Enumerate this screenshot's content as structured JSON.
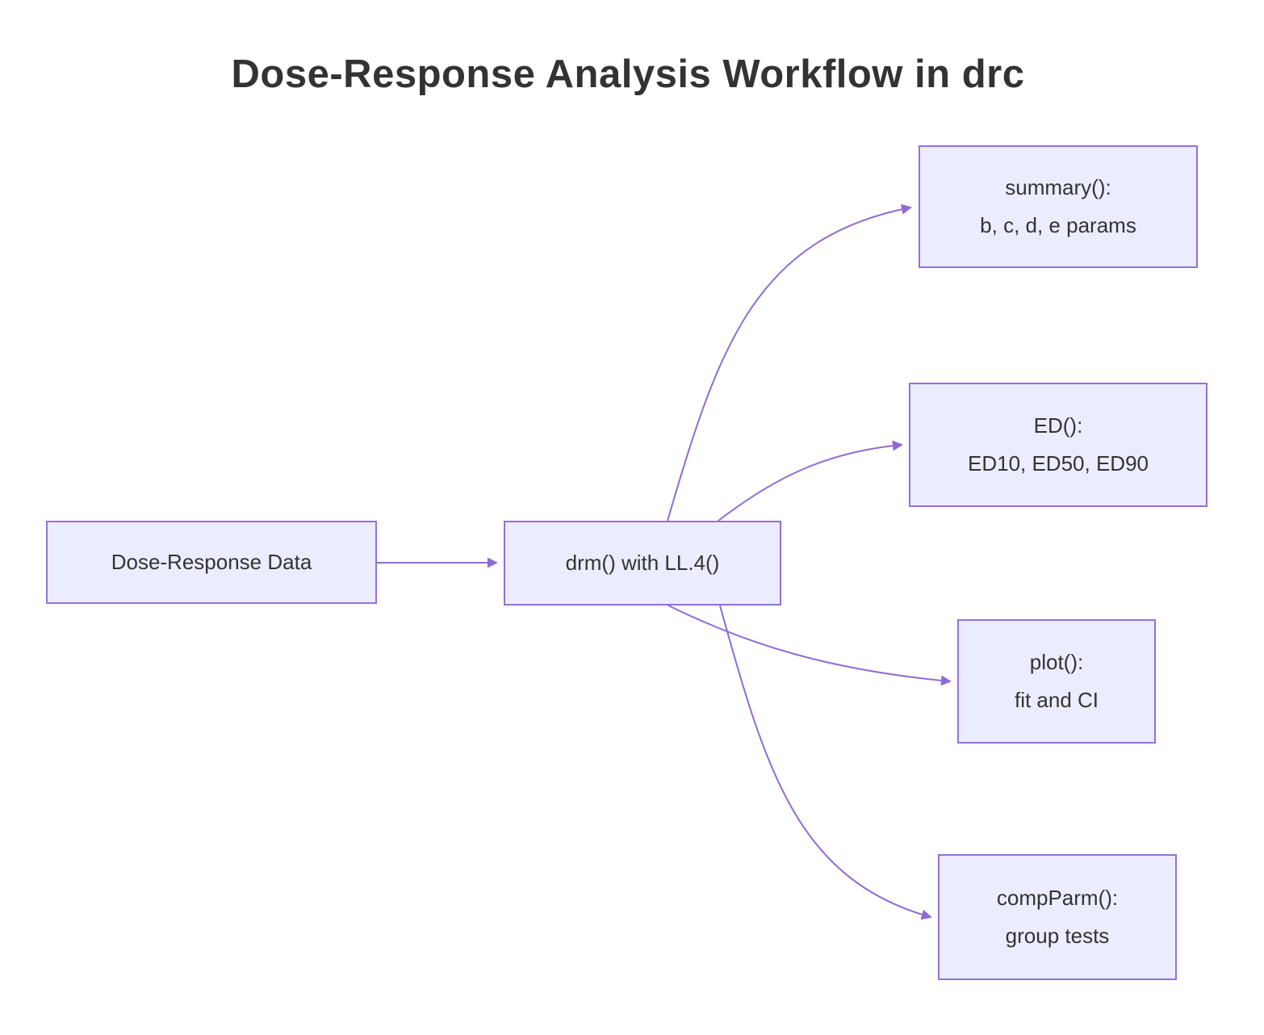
{
  "title": "Dose-Response Analysis Workflow in drc",
  "colors": {
    "node_fill": "#ECECFF",
    "node_border": "#9370DB",
    "edge_line": "#8E6CD6",
    "text": "#333333",
    "background": "#FFFFFF"
  },
  "nodes": {
    "data": {
      "line1": "Dose-Response Data"
    },
    "drm": {
      "line1": "drm() with LL.4()"
    },
    "summary": {
      "line1": "summary():",
      "line2": "b, c, d, e params"
    },
    "ed": {
      "line1": "ED():",
      "line2": "ED10, ED50, ED90"
    },
    "plot": {
      "line1": "plot():",
      "line2": "fit and CI"
    },
    "compparm": {
      "line1": "compParm():",
      "line2": "group tests"
    }
  },
  "edges": [
    {
      "from": "Dose-Response Data",
      "to": "drm() with LL.4()"
    },
    {
      "from": "drm() with LL.4()",
      "to": "summary(): b, c, d, e params"
    },
    {
      "from": "drm() with LL.4()",
      "to": "ED(): ED10, ED50, ED90"
    },
    {
      "from": "drm() with LL.4()",
      "to": "plot(): fit and CI"
    },
    {
      "from": "drm() with LL.4()",
      "to": "compParm(): group tests"
    }
  ]
}
